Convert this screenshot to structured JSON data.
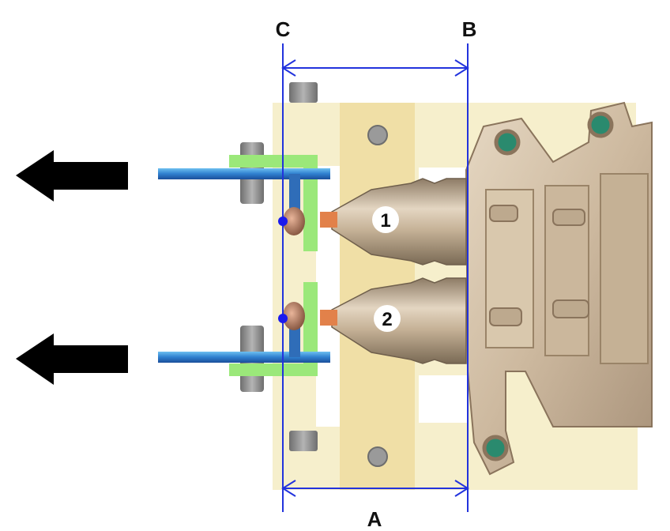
{
  "labels": {
    "dim_a": "A",
    "line_b": "B",
    "line_c": "C",
    "part_1": "1",
    "part_2": "2"
  },
  "colors": {
    "dimension_line": "#2233dd",
    "fixture_base": "#f5edc4",
    "bracket": "#9be87a",
    "pull_rod": "#1f4ea0",
    "arrow": "#000000",
    "actuator_body": "#c9b69b",
    "bolt_head": "#2a8a6e"
  },
  "icons": [
    "pull-direction-arrow-icon",
    "pull-direction-arrow-icon"
  ]
}
